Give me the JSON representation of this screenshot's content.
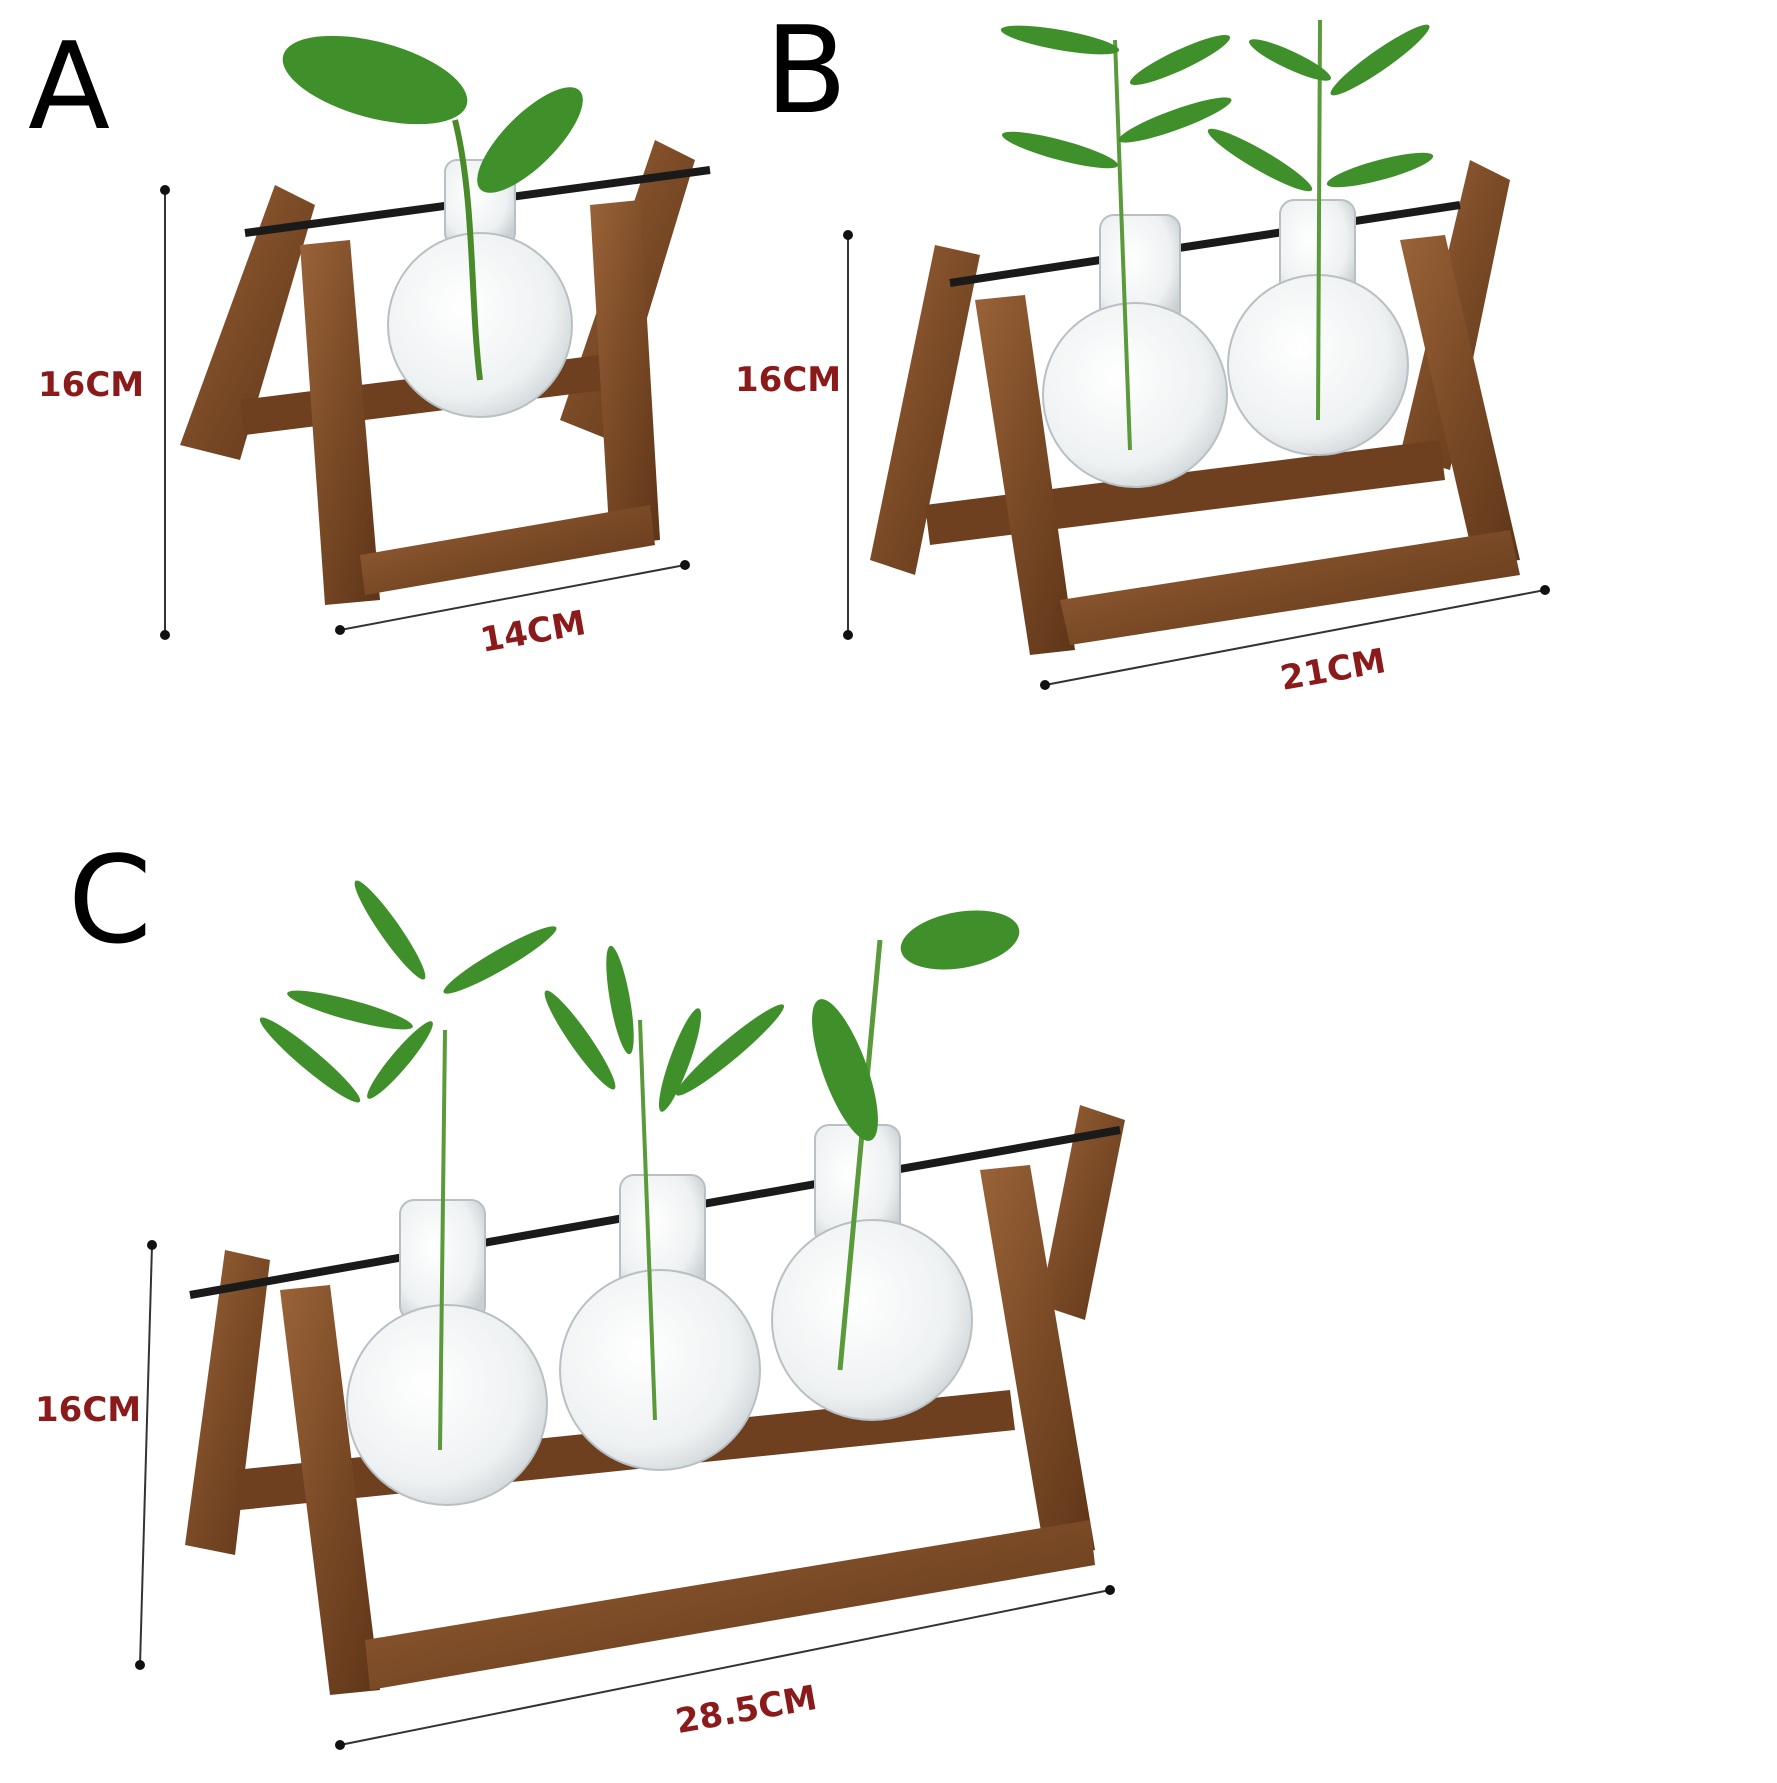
{
  "variants": [
    {
      "letter": "A",
      "height": "16CM",
      "width": "14CM"
    },
    {
      "letter": "B",
      "height": "16CM",
      "width": "21CM"
    },
    {
      "letter": "C",
      "height": "16CM",
      "width": "28.5CM"
    }
  ],
  "colors": {
    "wood": "#8a5530",
    "wood_dark": "#5e3518",
    "dimension_text": "#8b1a1a",
    "leaf": "#3f8f2a",
    "rod": "#1a1a1a"
  }
}
